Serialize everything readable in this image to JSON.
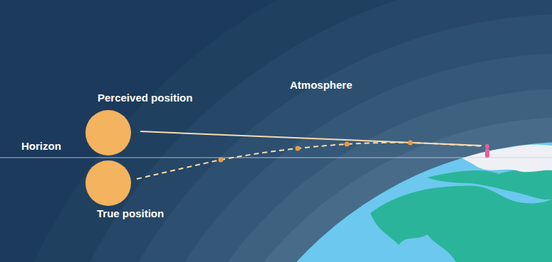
{
  "diagram": {
    "labels": [
      "Perceived position",
      "Atmosphere",
      "Horizon",
      "True position"
    ]
  }
}
